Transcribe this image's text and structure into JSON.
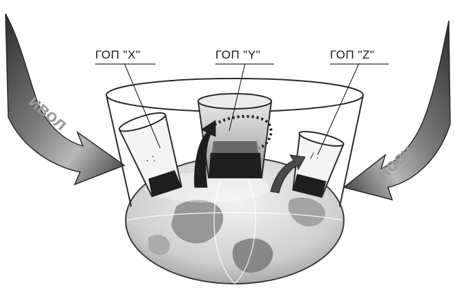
{
  "labels": {
    "x": "ГОП \"X\"",
    "y": "ГОП \"Y\"",
    "z": "ГОП \"Z\""
  },
  "arrows": {
    "left_text": "ивол",
    "right_text": "носу"
  },
  "colors": {
    "arrow_dark": "#3a3a3a",
    "arrow_light": "#b5b5b5",
    "liquid": "#2a2a2a",
    "globe_fill": "#d9d9d9",
    "land": "#8a8a8a"
  }
}
